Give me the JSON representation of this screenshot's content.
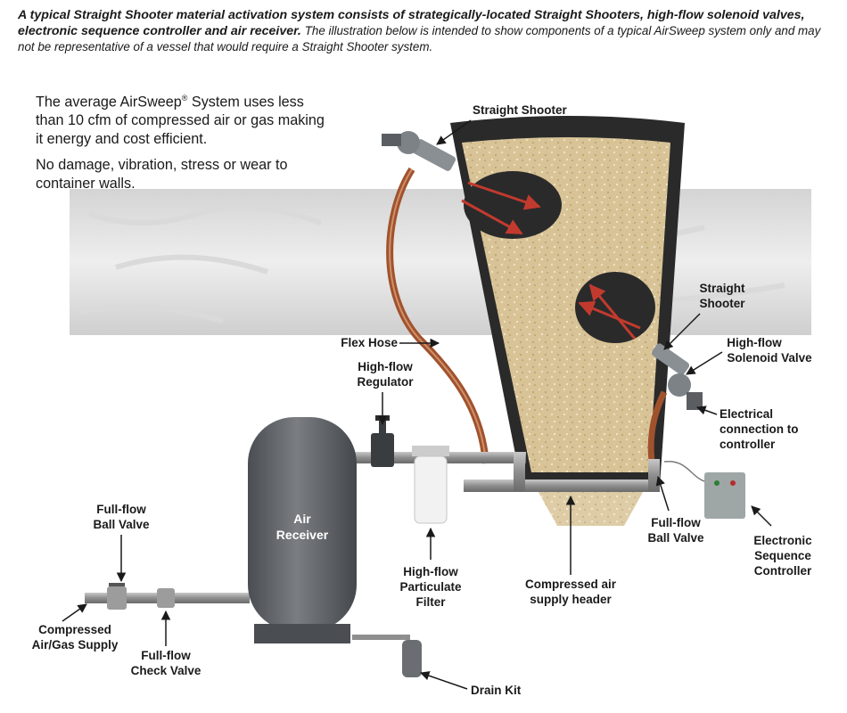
{
  "caption": {
    "bold": "A typical Straight Shooter material activation system consists of strategically-located Straight Shooters, high-flow solenoid valves, electronic sequence controller and air receiver.",
    "regular": "The illustration below is intended to show components of a typical AirSweep system only and may not be representative of a vessel that would require a Straight Shooter system."
  },
  "intro": {
    "line1_pre": "The average AirSweep",
    "reg_mark": "®",
    "line1_post": " System uses less than 10 cfm of compressed air or gas making it energy and cost efficient.",
    "line2": "No damage, vibration, stress or wear to container walls."
  },
  "labels": {
    "straight_shooter_top": "Straight Shooter",
    "straight_shooter_right_1": "Straight",
    "straight_shooter_right_2": "Shooter",
    "solenoid_1": "High-flow",
    "solenoid_2": "Solenoid Valve",
    "electrical_1": "Electrical",
    "electrical_2": "connection to",
    "electrical_3": "controller",
    "flex_hose": "Flex Hose",
    "regulator_1": "High-flow",
    "regulator_2": "Regulator",
    "air_receiver_1": "Air",
    "air_receiver_2": "Receiver",
    "ball_valve_left_1": "Full-flow",
    "ball_valve_left_2": "Ball Valve",
    "ball_valve_right_1": "Full-flow",
    "ball_valve_right_2": "Ball Valve",
    "controller_1": "Electronic",
    "controller_2": "Sequence",
    "controller_3": "Controller",
    "filter_1": "High-flow",
    "filter_2": "Particulate",
    "filter_3": "Filter",
    "header_1": "Compressed air",
    "header_2": "supply header",
    "supply_1": "Compressed",
    "supply_2": "Air/Gas Supply",
    "check_valve_1": "Full-flow",
    "check_valve_2": "Check Valve",
    "drain_kit": "Drain Kit"
  },
  "colors": {
    "wall": "#e2e2e2",
    "hopper": "#2a2a2a",
    "material": "#d9c49b",
    "arrow": "#c23a2e",
    "hose": "#a0522d",
    "pipe": "#9a9a9a",
    "tank": "#5e6266"
  }
}
